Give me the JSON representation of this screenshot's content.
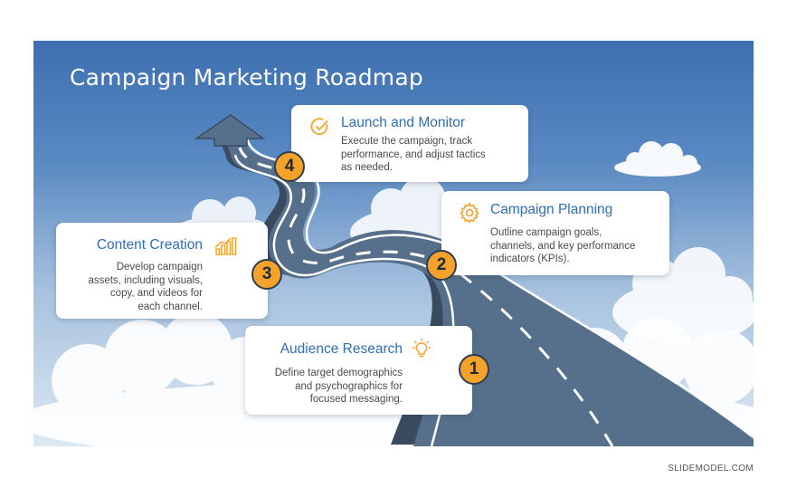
{
  "title": "Campaign Marketing Roadmap",
  "steps": [
    {
      "number": "1",
      "title": "Audience Research",
      "icon": "lightbulb-icon",
      "lines": [
        "Define target demographics",
        "and psychographics for",
        "focused messaging."
      ]
    },
    {
      "number": "2",
      "title": "Campaign Planning",
      "icon": "gear-icon",
      "lines": [
        "Outline campaign goals,",
        "channels, and key performance",
        "indicators (KPIs)."
      ]
    },
    {
      "number": "3",
      "title": "Content Creation",
      "icon": "bar-chart-icon",
      "lines": [
        "Develop campaign",
        "assets, including visuals,",
        "copy, and videos for",
        "each channel."
      ]
    },
    {
      "number": "4",
      "title": "Launch and Monitor",
      "icon": "check-circle-icon",
      "lines": [
        "Execute the campaign, track",
        "performance, and adjust tactics",
        "as needed."
      ]
    }
  ],
  "watermark": "SLIDEMODEL.COM",
  "colors": {
    "accent": "#f5a22a",
    "title_blue": "#2e6fb6",
    "road": "#51667f",
    "sky_top": "#3d6fb1"
  }
}
